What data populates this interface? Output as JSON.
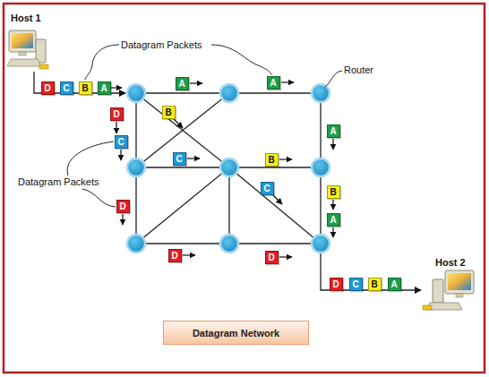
{
  "diagram": {
    "nodes": [
      {
        "text": [
          "D"
        ]
      },
      {
        "text": [
          "C"
        ]
      },
      {
        "text": [
          "B"
        ]
      },
      {
        "text": [
          "A"
        ]
      },
      {
        "text": [
          "A"
        ]
      },
      {
        "text": [
          "A"
        ]
      },
      {
        "text": [
          "D"
        ]
      },
      {
        "text": [
          "B"
        ]
      },
      {
        "text": [
          "A"
        ]
      },
      {
        "text": [
          "C"
        ]
      },
      {
        "text": [
          "C"
        ]
      },
      {
        "text": [
          "B"
        ]
      },
      {
        "text": [
          "C"
        ]
      },
      {
        "text": [
          "B"
        ]
      },
      {
        "text": [
          "D"
        ]
      },
      {
        "text": [
          "A"
        ]
      },
      {
        "text": [
          "D"
        ]
      },
      {
        "text": [
          "D"
        ]
      },
      {
        "text": [
          "D"
        ]
      },
      {
        "text": [
          "C"
        ]
      },
      {
        "text": [
          "B"
        ]
      },
      {
        "text": [
          "A"
        ]
      },
      {
        "text": [
          "Datagram Network"
        ]
      }
    ],
    "labels": [
      "Host 1",
      "Datagram Packets",
      "Router",
      "Datagram Packets",
      "Host 2"
    ]
  }
}
